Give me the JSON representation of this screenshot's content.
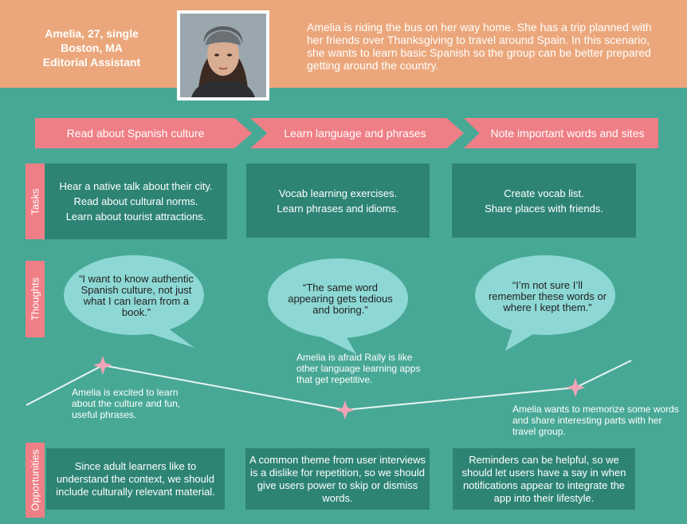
{
  "persona": {
    "line1": "Amelia, 27, single",
    "line2": "Boston, MA",
    "line3": "Editorial Assistant"
  },
  "scenario": "Amelia is riding the bus on her way home. She has a trip planned with her friends over Thanksgiving to travel around Spain. In this scenario, she wants to learn basic Spanish so the group can be better prepared getting around the country.",
  "stages": [
    "Read about Spanish culture",
    "Learn language and phrases",
    "Note important words and sites"
  ],
  "rows": {
    "tasks": "Tasks",
    "thoughts": "Thoughts",
    "opportunities": "Opportunities"
  },
  "tasks": [
    [
      "Hear a native talk about their city.",
      "Read about cultural norms.",
      "Learn about tourist attractions."
    ],
    [
      "Vocab learning exercises.",
      "Learn phrases and idioms."
    ],
    [
      "Create vocab list.",
      "Share places with friends."
    ]
  ],
  "thoughts": [
    "“I want to know authentic Spanish culture, not just what I can learn from a book.”",
    "“The same word appearing gets tedious and boring.”",
    "“I’m not sure I’ll remember these words or where I kept them.”"
  ],
  "emotions": [
    "Amelia is excited to learn about the culture and fun, useful phrases.",
    "Amelia is afraid Rally is like other language learning apps that get repetitive.",
    "Amelia wants to memorize some words and share interesting parts with her travel group."
  ],
  "opportunities": [
    "Since adult learners like to understand the context, we should include culturally relevant material.",
    "A common theme from user interviews is a dislike for repetition, so we should give users power to skip or dismiss words.",
    "Reminders can be helpful, so we should let users have a say in when notifications appear to integrate the app into their lifestyle."
  ],
  "colors": {
    "background": "#48a896",
    "header": "#eba77b",
    "accent": "#ef7f86",
    "box": "#2d8475",
    "bubble": "#8dd8d4"
  }
}
